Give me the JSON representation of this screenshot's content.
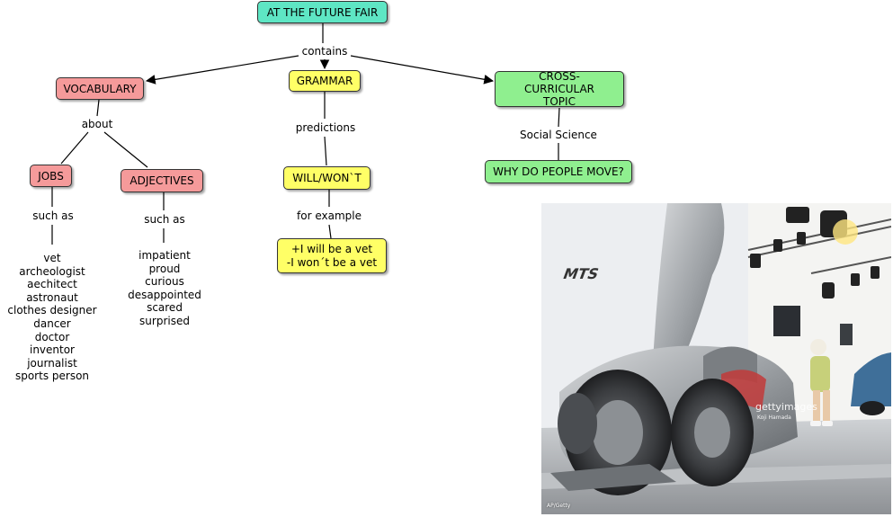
{
  "nodes": {
    "root": "AT THE FUTURE FAIR",
    "vocabulary": "VOCABULARY",
    "grammar": "GRAMMAR",
    "cross": "CROSS-CURRICULAR TOPIC",
    "jobs": "JOBS",
    "adjectives": "ADJECTIVES",
    "will": "WILL/WON`T",
    "why": "WHY DO PEOPLE MOVE?",
    "example": "+I will be a vet\n-I won´t be a vet"
  },
  "links": {
    "contains": "contains",
    "about": "about",
    "predictions": "predictions",
    "social_science": "Social Science",
    "such_as_jobs": "such as",
    "such_as_adj": "such as",
    "for_example": "for example"
  },
  "lists": {
    "jobs": [
      "vet",
      "archeologist",
      "aechitect",
      "astronaut",
      "clothes designer",
      "dancer",
      "doctor",
      "inventor",
      "journalist",
      "sports person"
    ],
    "adjectives": [
      "impatient",
      "proud",
      "curious",
      "desappointed",
      "scared",
      "surprised"
    ]
  },
  "photo": {
    "brand_text": "MTS",
    "watermark": "gettyimages",
    "credit": "Koji Hamada",
    "corner_credit": "AP/Getty"
  },
  "colors": {
    "teal": "#5ee6c4",
    "pink": "#f59a9a",
    "yellow": "#ffff66",
    "green": "#8fef8f"
  }
}
